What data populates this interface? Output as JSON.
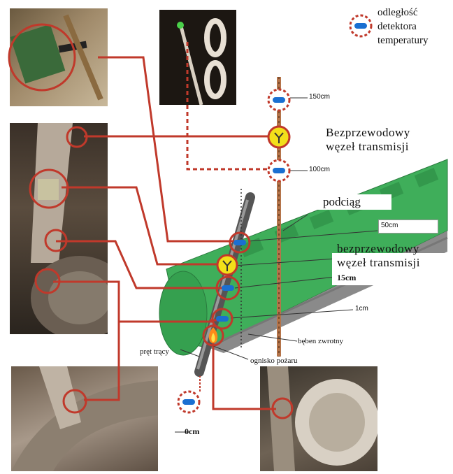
{
  "legend": {
    "line1": "odległość",
    "line2": "detektora",
    "line3": "temperatury"
  },
  "labels": {
    "node_top_1": "Bezprzewodowy",
    "node_top_2": "węzeł transmisji",
    "node_mid_1": "bezprzewodowy",
    "node_mid_2": "węzeł transmisji",
    "podciag": "podciąg",
    "d150": "150cm",
    "d100": "100cm",
    "d50": "50cm",
    "d15": "15cm",
    "d1": "1cm",
    "d0": "0cm",
    "beben": "bęben zwrotny",
    "pret": "pręt trący",
    "ognisko": "ognisko pożaru"
  },
  "colors": {
    "accent_red": "#c0392b",
    "sensor_blue": "#1a6fd1",
    "node_yellow": "#f2e01a",
    "belt_green": "#3fae5a"
  }
}
